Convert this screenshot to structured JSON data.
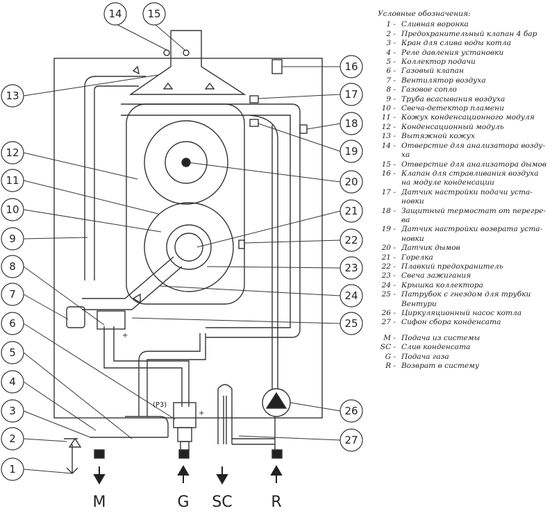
{
  "legend": {
    "title": "Условные обозначения:",
    "items": [
      {
        "num": "1 -",
        "text": "Сливная воронка"
      },
      {
        "num": "2 -",
        "text": "Предохранительный клапан 4 бар"
      },
      {
        "num": "3 -",
        "text": "Кран для слива воды котла"
      },
      {
        "num": "4 -",
        "text": "Реле давления установки"
      },
      {
        "num": "5 -",
        "text": "Коллектор подачи"
      },
      {
        "num": "6 -",
        "text": "Газовый клапан"
      },
      {
        "num": "7 -",
        "text": "Вентилятор воздуха"
      },
      {
        "num": "8 -",
        "text": "Газовое сопло"
      },
      {
        "num": "9 -",
        "text": "Труба всасывания воздуха"
      },
      {
        "num": "10 -",
        "text": "Свеча-детектор пламени"
      },
      {
        "num": "11 -",
        "text": "Кожух конденсационного модуля"
      },
      {
        "num": "12 -",
        "text": "Конденсационный модуль"
      },
      {
        "num": "13 -",
        "text": "Вытяжной кожух"
      },
      {
        "num": "14 -",
        "text": "Отверстие для анализатора возду-ха"
      },
      {
        "num": "15 -",
        "text": "Отверстие для анализатора дымов"
      },
      {
        "num": "16 -",
        "text": "Клапан для стравливания воздуха на модуле конденсации"
      },
      {
        "num": "17 -",
        "text": "Датчик настройки подачи уста-новки"
      },
      {
        "num": "18 -",
        "text": "Защитный термостат от перегре-ва"
      },
      {
        "num": "19 -",
        "text": "Датчик настройки возврата уста-новки"
      },
      {
        "num": "20 -",
        "text": "Датчик дымов"
      },
      {
        "num": "21 -",
        "text": "Горелка"
      },
      {
        "num": "22 -",
        "text": "Плавкий предохранитель"
      },
      {
        "num": "23 -",
        "text": "Свеча зажигания"
      },
      {
        "num": "24 -",
        "text": "Крышка коллектора"
      },
      {
        "num": "25 -",
        "text": "Патрубок с гнездом для трубки Вентури"
      },
      {
        "num": "26 -",
        "text": "Циркуляционный насос котла"
      },
      {
        "num": "27 -",
        "text": "Сифон сбора конденсата"
      }
    ],
    "ports": [
      {
        "num": "M -",
        "text": "Подача из системы"
      },
      {
        "num": "SC -",
        "text": "Слив конденсата"
      },
      {
        "num": "G -",
        "text": "Подача газа"
      },
      {
        "num": "R -",
        "text": "Возврат в систему"
      }
    ]
  },
  "callouts": [
    "1",
    "2",
    "3",
    "4",
    "5",
    "6",
    "7",
    "8",
    "9",
    "10",
    "11",
    "12",
    "13",
    "14",
    "15",
    "16",
    "17",
    "18",
    "19",
    "20",
    "21",
    "22",
    "23",
    "24",
    "25",
    "26",
    "27"
  ],
  "ports": {
    "m": "M",
    "g": "G",
    "sc": "SC",
    "r": "R"
  },
  "labels": {
    "p3": "(P3)",
    "plus": "+"
  }
}
